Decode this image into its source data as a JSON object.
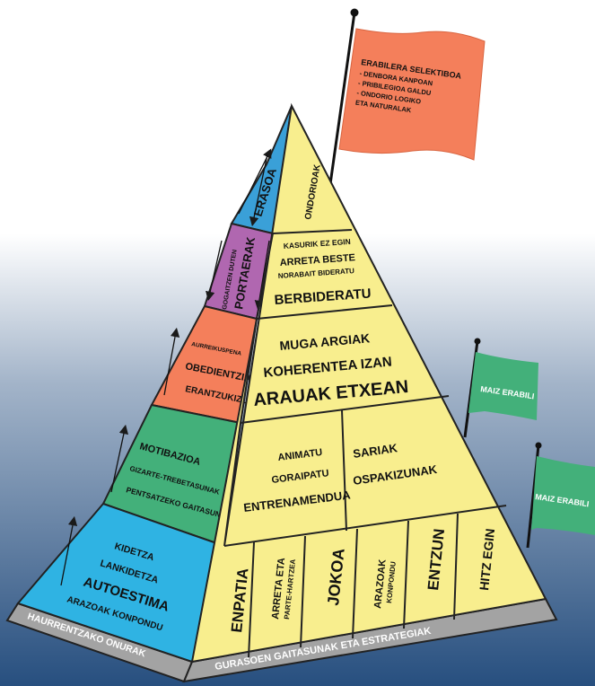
{
  "flags": {
    "top": {
      "title": "ERABILERA SELEKTIBOA",
      "lines": [
        "- DENBORA KANPOAN",
        "- PRIBILEGIOA GALDU",
        "- ONDORIO LOGIKO",
        "ETA NATURALAK"
      ]
    },
    "right_upper": "MAIZ ERABILI",
    "right_lower": "MAIZ ERABILI"
  },
  "left_face": {
    "erasoa": "ERASOA",
    "portaerak": {
      "small": "GOGAITZEN DUTEN",
      "big": "PORTAERAK"
    },
    "orange": {
      "a": "AURREIKUSPENA",
      "b": "OBEDIENTZIA",
      "c": "ERANTZUKIZUNA"
    },
    "green": {
      "a": "MOTIBAZIOA",
      "b": "GIZARTE-TREBETASUNAK",
      "c": "PENTSATZEKO GAITASUNA"
    },
    "blue": {
      "a": "KIDETZA",
      "b": "LANKIDETZA",
      "c": "AUTOESTIMA",
      "d": "ARAZOAK KONPONDU"
    },
    "base": "HAURRENTZAKO ONURAK"
  },
  "right_face": {
    "ondorioak": "ONDORIOAK",
    "redirect": {
      "a": "KASURIK EZ EGIN",
      "b": "ARRETA BESTE",
      "c": "NORABAIT BIDERATU",
      "d": "BERBIDERATU"
    },
    "limits": {
      "a": "MUGA ARGIAK",
      "b": "KOHERENTEA IZAN",
      "c": "ARAUAK ETXEAN"
    },
    "praise": {
      "a": "ANIMATU",
      "b": "GORAIPATU",
      "c": "ENTRENAMENDUA"
    },
    "rewards": {
      "a": "SARIAK",
      "b": "OSPAKIZUNAK"
    },
    "columns": [
      "ENPATIA",
      "ARRETA ETA",
      "PARTE-HARTZEA",
      "JOKOA",
      "ARAZOAK",
      "KONPONDU",
      "ENTZUN",
      "HITZ EGIN"
    ],
    "base": "GURASOEN GAITASUNAK ETA ESTRATEGIAK"
  },
  "colors": {
    "yellow": "#f8ee8e",
    "blue_top": "#3aa0d8",
    "purple": "#b067b0",
    "orange": "#f47f5b",
    "green": "#43b07a",
    "cyan": "#2fb3e3",
    "grey_base": "#a3a3a3",
    "bg_navy": "#274f7f"
  }
}
